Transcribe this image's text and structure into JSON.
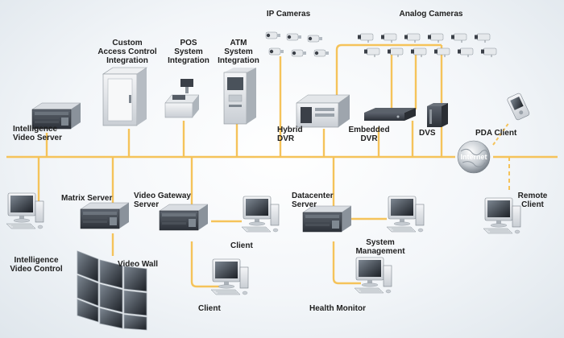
{
  "colors": {
    "bus": "#f5c35a",
    "accent": "#f5c35a",
    "device_dark": "#3b4048",
    "device_light": "#e7e9ec"
  },
  "labels": {
    "ip_cameras": "IP Cameras",
    "analog_cameras": "Analog Cameras",
    "custom_access_control": "Custom\nAccess Control\nIntegration",
    "pos_system": "POS\nSystem\nIntegration",
    "atm_system": "ATM\nSystem\nIntegration",
    "intelligence_video_server": "Intelligence\nVideo Server",
    "hybrid_dvr": "Hybrid\nDVR",
    "embedded_dvr": "Embedded\nDVR",
    "dvs": "DVS",
    "pda_client": "PDA Client",
    "internet": "Internet",
    "matrix_server": "Matrix Server",
    "video_gateway_server": "Video Gateway\nServer",
    "datacenter_server": "Datacenter\nServer",
    "remote_client": "Remote\nClient",
    "intelligence_video_control": "Intelligence\nVideo Control",
    "video_wall": "Video Wall",
    "client_top": "Client",
    "client_bottom": "Client",
    "system_management": "System\nManagement",
    "health_monitor": "Health Monitor"
  },
  "icons": {
    "ip_camera": "ip-camera-icon",
    "analog_camera": "analog-camera-icon",
    "server": "rack-server-icon",
    "workstation": "workstation-icon",
    "kiosk": "access-control-kiosk-icon",
    "pos": "pos-terminal-icon",
    "atm": "atm-icon",
    "dvr": "dvr-icon",
    "pda": "pda-icon",
    "globe": "internet-globe-icon",
    "video_wall": "video-wall-icon"
  }
}
